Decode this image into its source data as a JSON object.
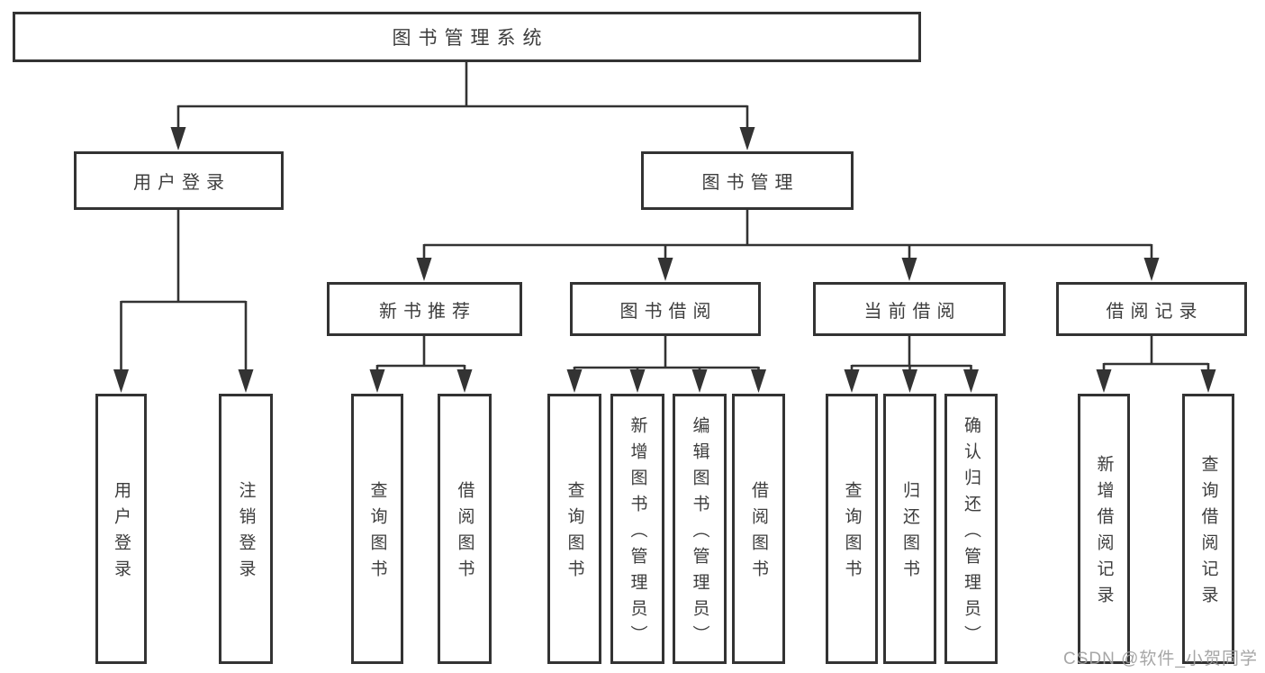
{
  "diagram": {
    "title_node": {
      "label": "图书管理系统"
    },
    "level1": [
      {
        "label": "用户登录"
      },
      {
        "label": "图书管理"
      }
    ],
    "level2": [
      {
        "label": "新书推荐"
      },
      {
        "label": "图书借阅"
      },
      {
        "label": "当前借阅"
      },
      {
        "label": "借阅记录"
      }
    ],
    "leaves": [
      {
        "label": "用户登录"
      },
      {
        "label": "注销登录"
      },
      {
        "label": "查询图书"
      },
      {
        "label": "借阅图书"
      },
      {
        "label": "查询图书"
      },
      {
        "label": "新增图书（管理员）"
      },
      {
        "label": "编辑图书（管理员）"
      },
      {
        "label": "借阅图书"
      },
      {
        "label": "查询图书"
      },
      {
        "label": "归还图书"
      },
      {
        "label": "确认归还（管理员）"
      },
      {
        "label": "新增借阅记录"
      },
      {
        "label": "查询借阅记录"
      }
    ],
    "colors": {
      "line": "#333333",
      "text": "#3d3d3d",
      "background": "#ffffff"
    }
  },
  "watermark": {
    "text": "CSDN @软件_小贺同学"
  }
}
